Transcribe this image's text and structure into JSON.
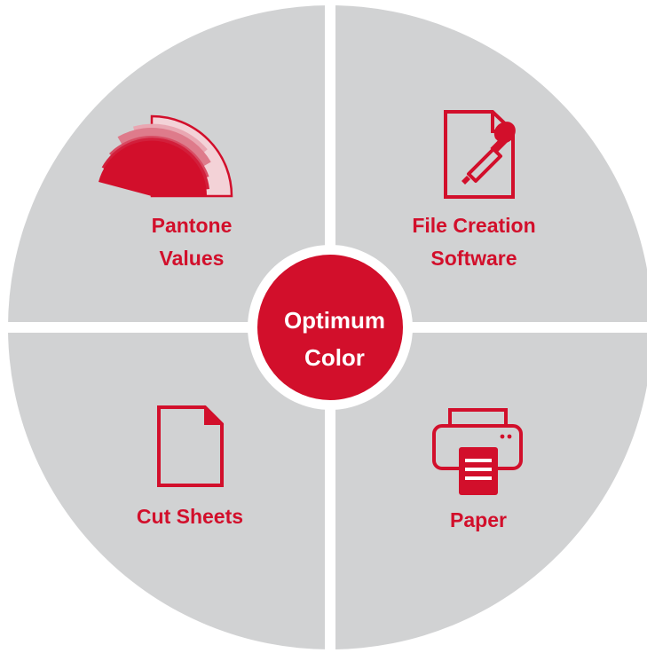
{
  "center": {
    "line1": "Optimum",
    "line2": "Color"
  },
  "quadrants": {
    "top_left": {
      "line1": "Pantone",
      "line2": "Values",
      "icon": "pantone-fan-icon"
    },
    "top_right": {
      "line1": "File Creation",
      "line2": "Software",
      "icon": "eyedropper-file-icon"
    },
    "bottom_left": {
      "line1": "Cut Sheets",
      "icon": "document-icon"
    },
    "bottom_right": {
      "line1": "Paper",
      "icon": "printer-icon"
    }
  },
  "colors": {
    "accent": "#d20f2b",
    "quadrant_fill": "#d1d2d3",
    "background": "#ffffff"
  }
}
